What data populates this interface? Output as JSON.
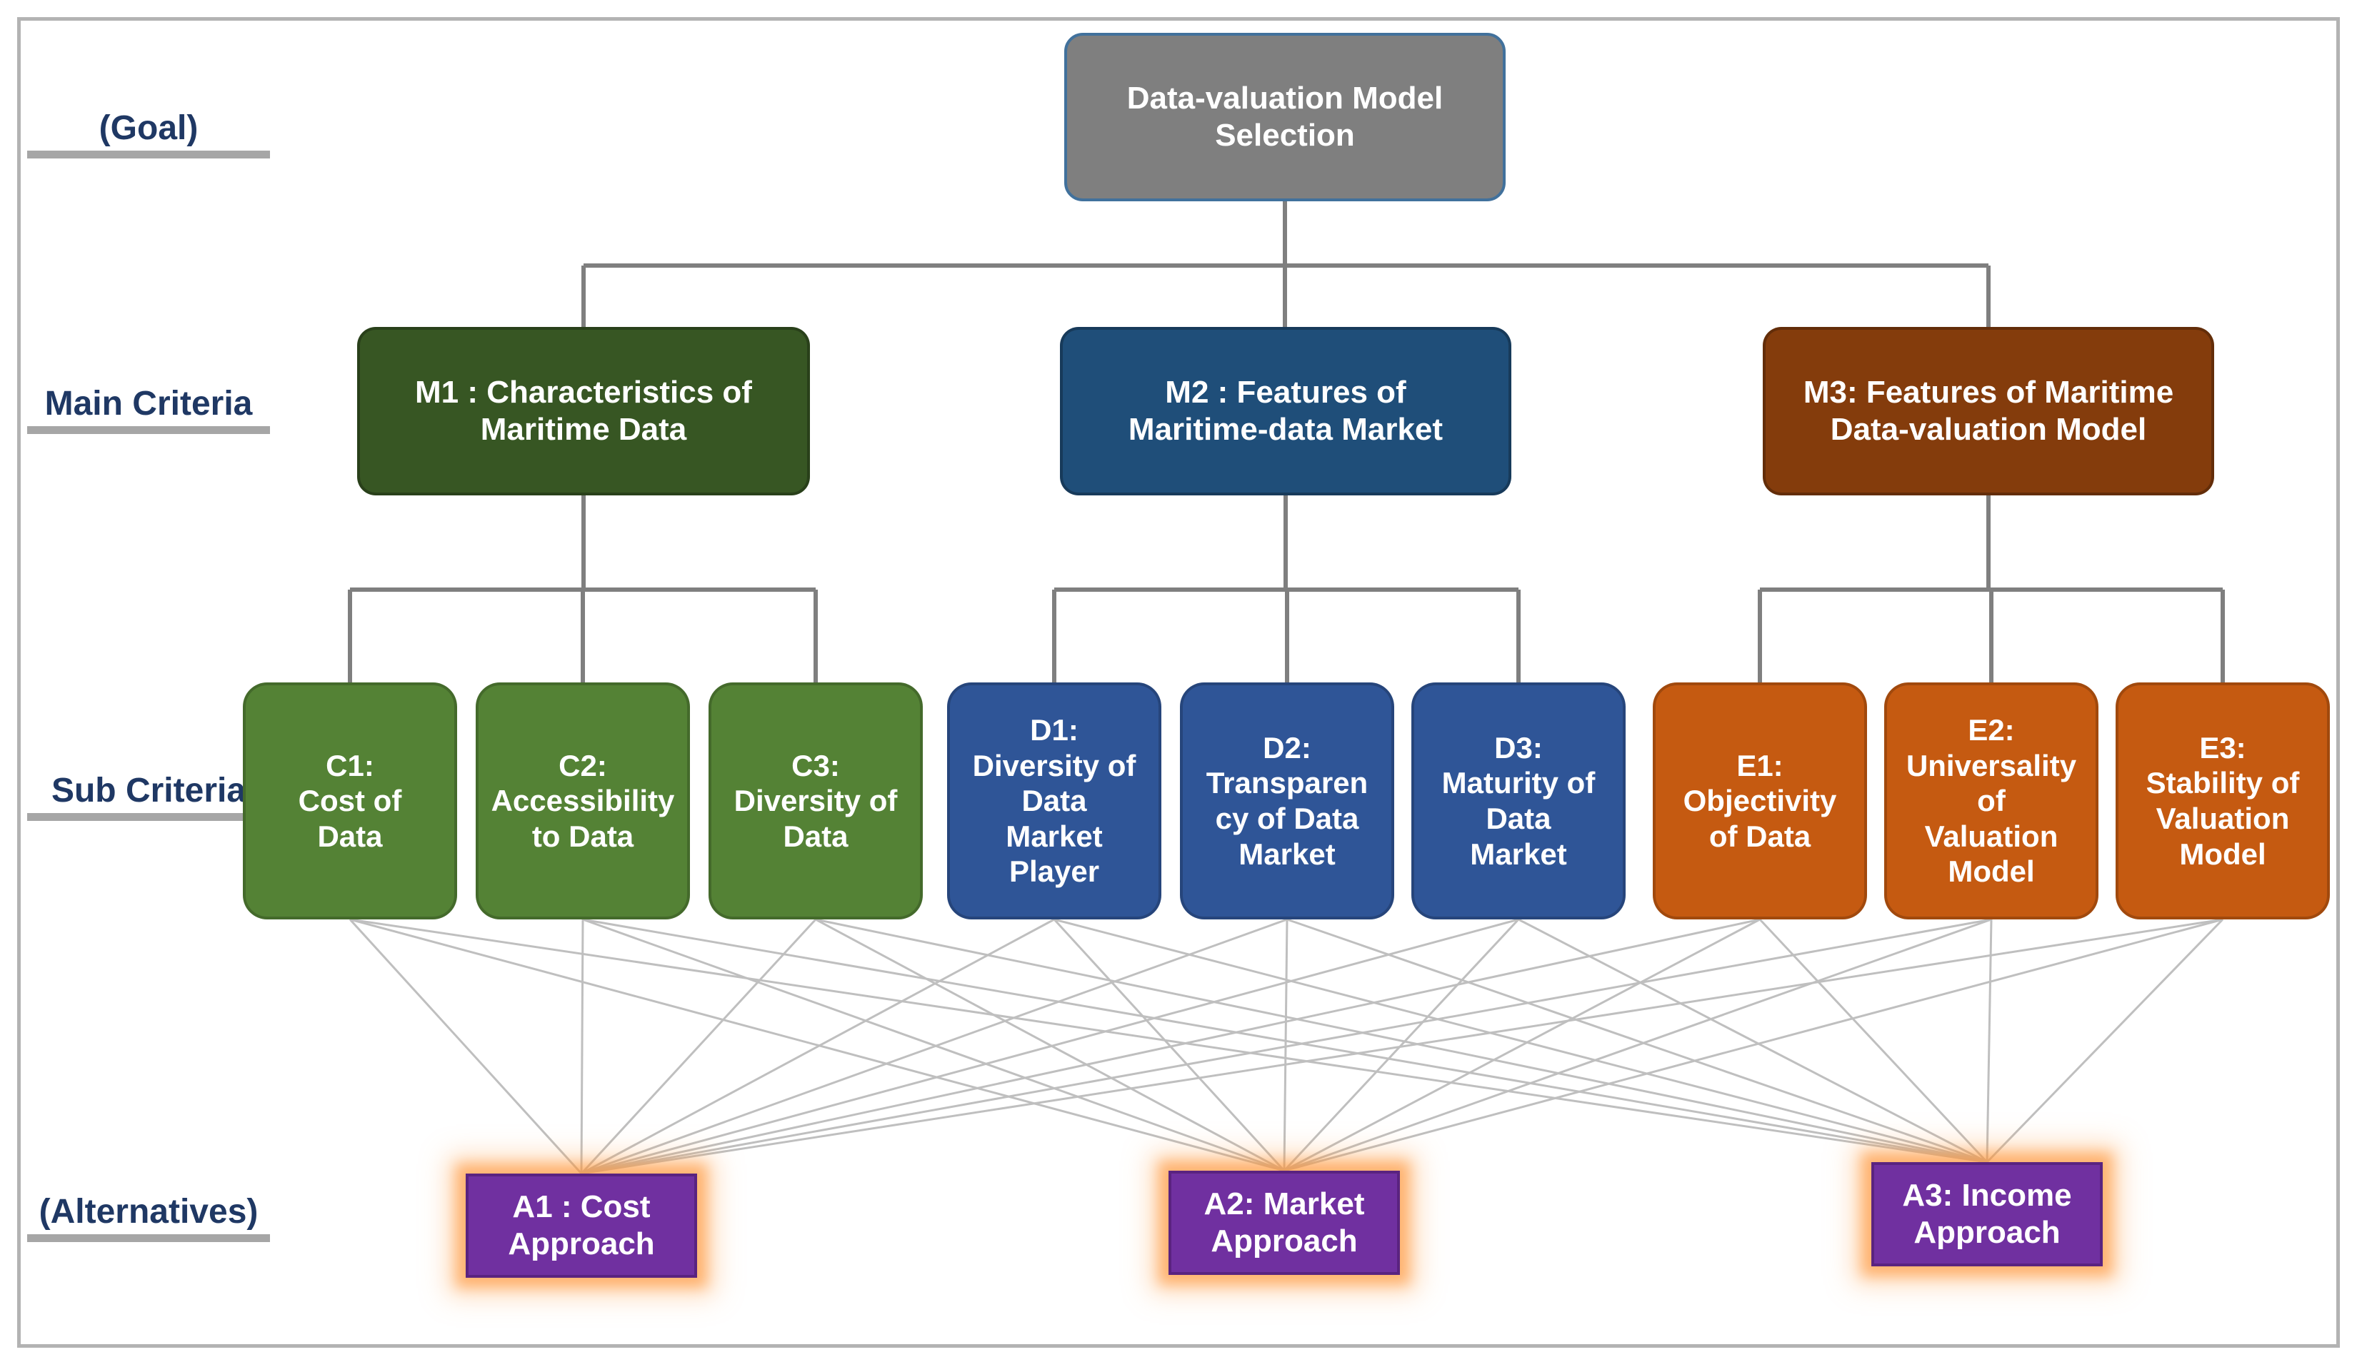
{
  "levels": {
    "goal": "(Goal)",
    "main": "Main Criteria",
    "sub": "Sub Criteria",
    "alternatives": "(Alternatives)"
  },
  "goal": {
    "label": "Data-valuation Model\nSelection"
  },
  "main_criteria": [
    {
      "label": "M1 : Characteristics of\nMaritime Data",
      "color": "#375623"
    },
    {
      "label": "M2 : Features of\nMaritime-data Market",
      "color": "#1f4e79"
    },
    {
      "label": "M3: Features of Maritime\nData-valuation Model",
      "color": "#843c0c"
    }
  ],
  "sub_criteria": [
    {
      "label": "C1:\nCost of\nData",
      "group": "M1"
    },
    {
      "label": "C2:\nAccessibility\nto Data",
      "group": "M1"
    },
    {
      "label": "C3:\nDiversity of\nData",
      "group": "M1"
    },
    {
      "label": "D1:\nDiversity of\nData\nMarket\nPlayer",
      "group": "M2"
    },
    {
      "label": "D2:\nTransparen\ncy of Data\nMarket",
      "group": "M2"
    },
    {
      "label": "D3:\nMaturity of\nData\nMarket",
      "group": "M2"
    },
    {
      "label": "E1:\nObjectivity\nof Data",
      "group": "M3"
    },
    {
      "label": "E2:\nUniversality\nof\nValuation\nModel",
      "group": "M3"
    },
    {
      "label": "E3:\nStability of\nValuation\nModel",
      "group": "M3"
    }
  ],
  "alternatives": [
    {
      "label": "A1 : Cost\nApproach"
    },
    {
      "label": "A2: Market\nApproach"
    },
    {
      "label": "A3: Income\nApproach"
    }
  ],
  "colors": {
    "connector": "#7f7f7f",
    "cross_link": "#bfbfbf",
    "label_text": "#1f3864",
    "alternative_fill": "#7030a0",
    "alternative_glow": "#ff8c28"
  }
}
